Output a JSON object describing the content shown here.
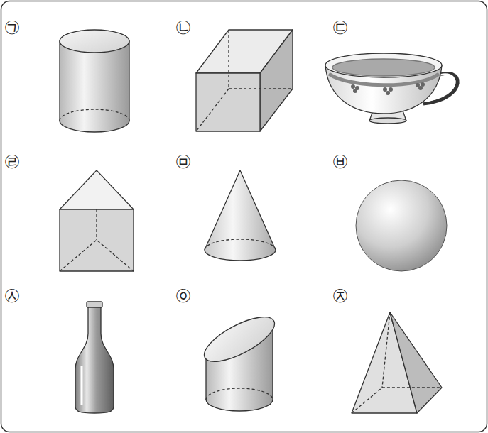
{
  "diagram": {
    "labels": [
      "㉠",
      "㉡",
      "㉢",
      "㉣",
      "㉤",
      "㉥",
      "㉦",
      "㉧",
      "㉨"
    ]
  }
}
